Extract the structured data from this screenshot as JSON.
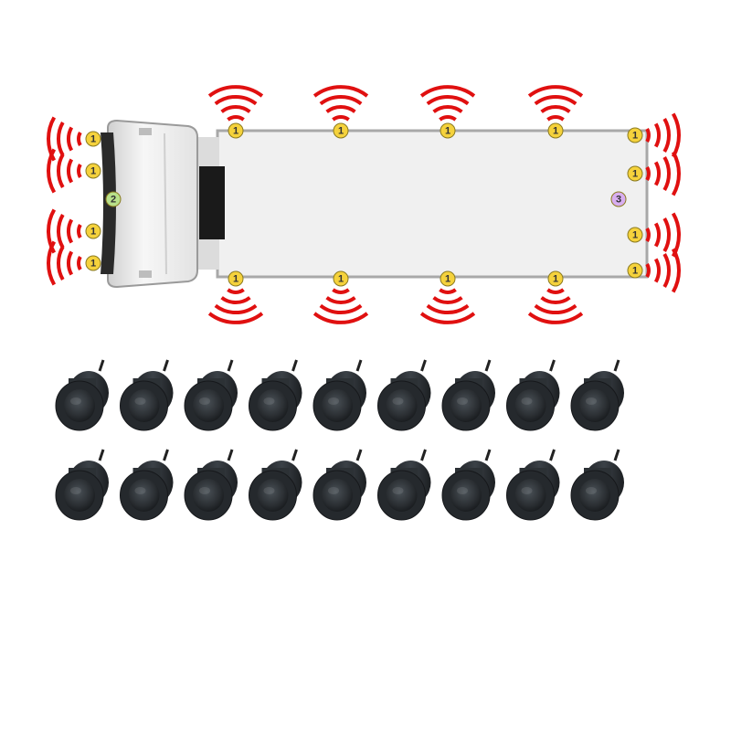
{
  "colors": {
    "waves": "#e01010",
    "sensor_badge": "#f5d23c",
    "sensor_badge_border": "#a88a00",
    "front_badge": "#b8e08a",
    "rear_badge": "#d8aef0",
    "trailer_body": "#f0f0f0",
    "trailer_border": "#999999",
    "cab_body": "#f4f4f4",
    "sensor_cap": "#2b2f33"
  },
  "diagram": {
    "sensor_badge_label": "1",
    "front_display_label": "2",
    "rear_display_label": "3"
  },
  "product": {
    "sensor_count": 18,
    "rows": 2,
    "per_row": 9
  }
}
